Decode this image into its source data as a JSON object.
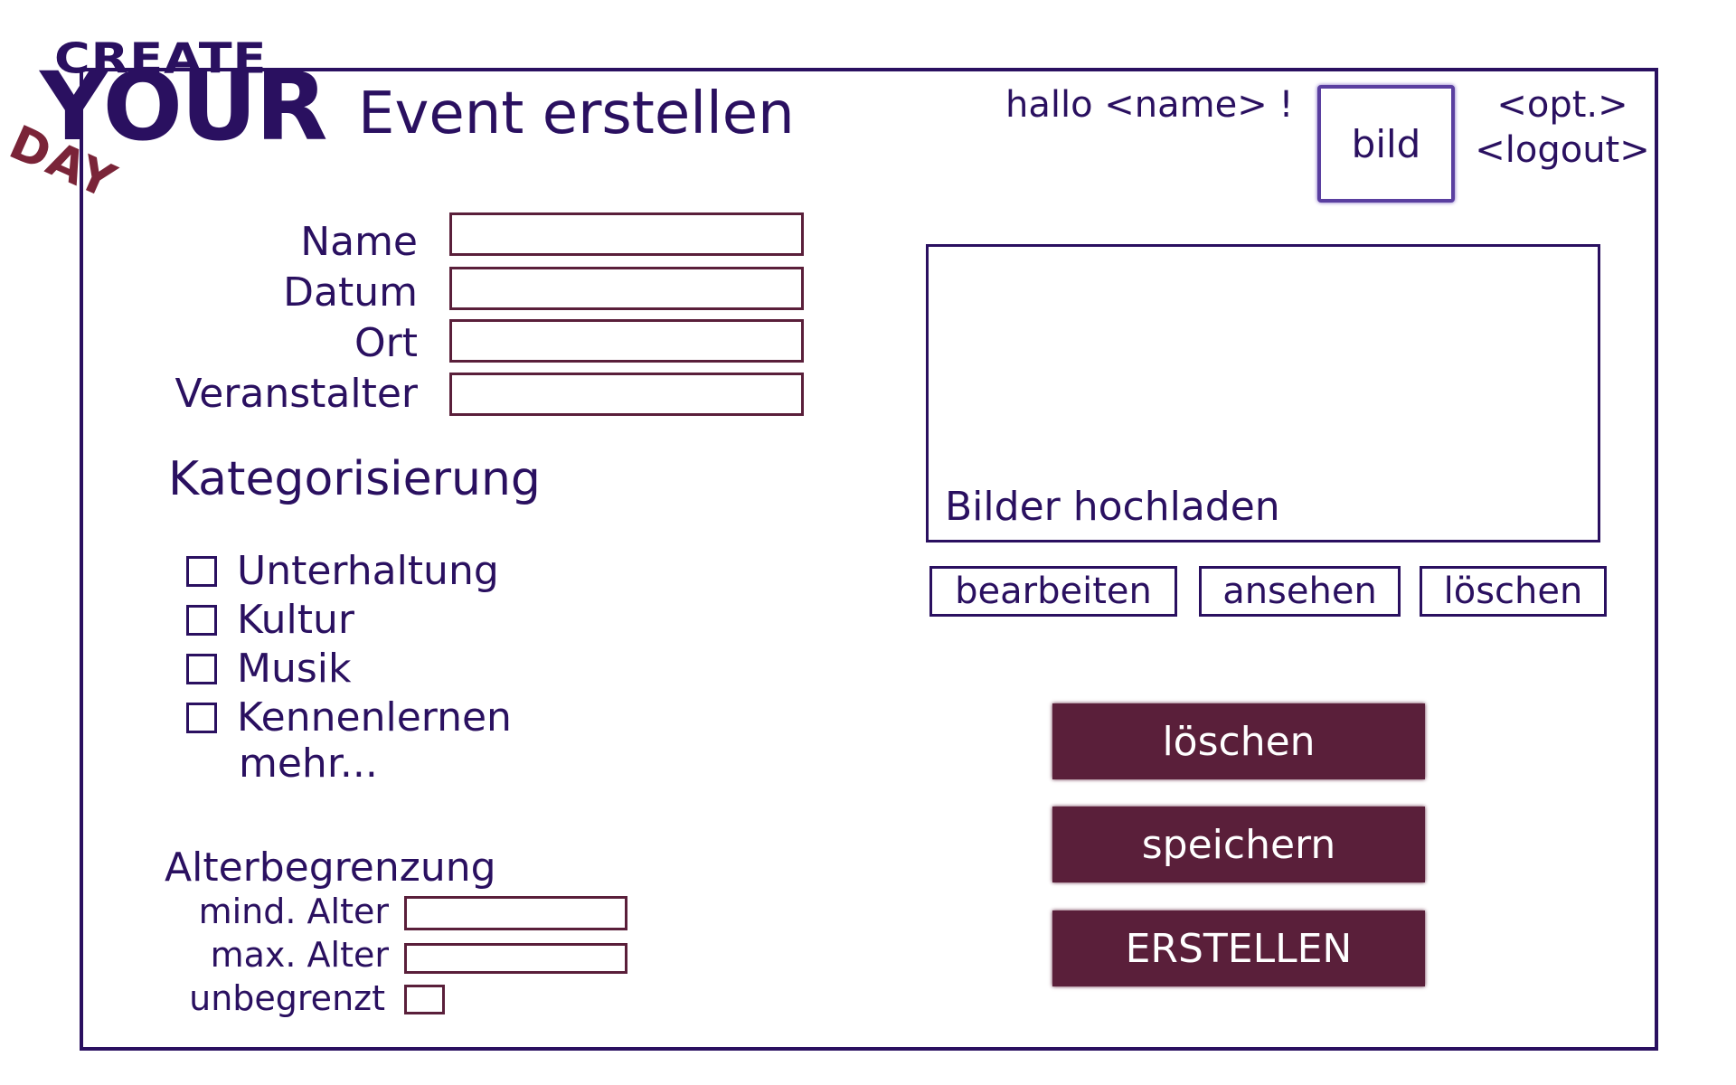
{
  "logo": {
    "line1": "CREATE",
    "line2": "YOUR",
    "line3": "DAY"
  },
  "header": {
    "title": "Event erstellen",
    "greeting": "hallo <name> !",
    "avatar_label": "bild",
    "opt_label": "<opt.>",
    "logout_label": "<logout>"
  },
  "form": {
    "name_label": "Name",
    "datum_label": "Datum",
    "ort_label": "Ort",
    "veranstalter_label": "Veranstalter"
  },
  "categories": {
    "title": "Kategorisierung",
    "items": [
      {
        "label": "Unterhaltung"
      },
      {
        "label": "Kultur"
      },
      {
        "label": "Musik"
      },
      {
        "label": "Kennenlernen"
      }
    ],
    "more_label": "mehr..."
  },
  "age": {
    "title": "Alterbegrenzung",
    "min_label": "mind. Alter",
    "max_label": "max. Alter",
    "unlimited_label": "unbegrenzt"
  },
  "images": {
    "upload_label": "Bilder hochladen",
    "edit_label": "bearbeiten",
    "view_label": "ansehen",
    "delete_label": "löschen"
  },
  "actions": {
    "delete_label": "löschen",
    "save_label": "speichern",
    "create_label": "ERSTELLEN"
  },
  "colors": {
    "ink": "#2a1060",
    "button_bg": "#5a1f3a",
    "field_border": "#5a1f3a"
  }
}
